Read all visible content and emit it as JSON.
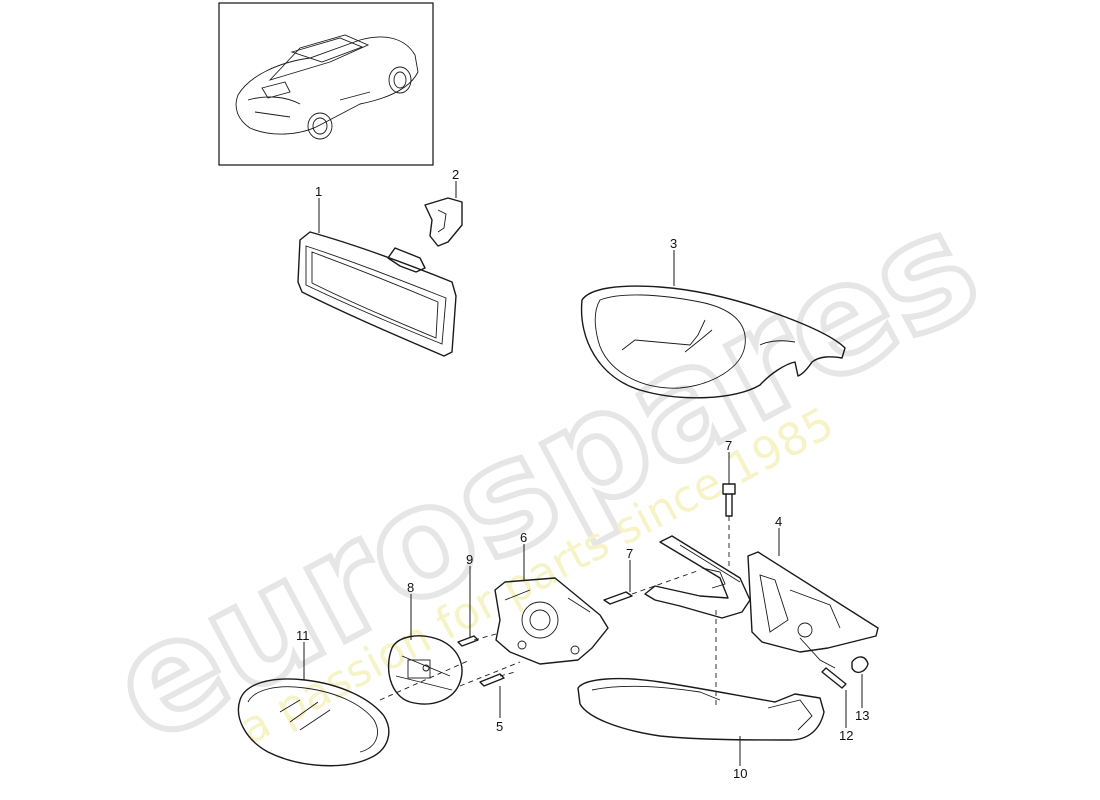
{
  "watermark": {
    "brand": "eurospares",
    "tagline": "a passion for parts since 1985"
  },
  "callouts": [
    {
      "id": "1",
      "label": "1"
    },
    {
      "id": "2",
      "label": "2"
    },
    {
      "id": "3",
      "label": "3"
    },
    {
      "id": "4",
      "label": "4"
    },
    {
      "id": "5",
      "label": "5"
    },
    {
      "id": "6",
      "label": "6"
    },
    {
      "id": "7a",
      "label": "7"
    },
    {
      "id": "7b",
      "label": "7"
    },
    {
      "id": "8",
      "label": "8"
    },
    {
      "id": "9",
      "label": "9"
    },
    {
      "id": "10",
      "label": "10"
    },
    {
      "id": "11",
      "label": "11"
    },
    {
      "id": "12",
      "label": "12"
    },
    {
      "id": "13",
      "label": "13"
    }
  ]
}
